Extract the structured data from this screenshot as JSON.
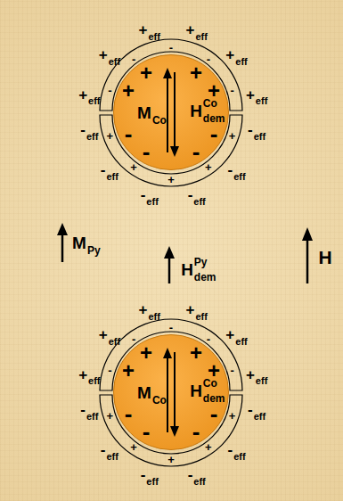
{
  "diagram": {
    "nodes": [
      {
        "text": [
          "M",
          "Co",
          "H",
          "Co",
          "dem"
        ]
      },
      {
        "text": [
          "M",
          "Co",
          "H",
          "Co",
          "dem"
        ]
      }
    ],
    "labels": [
      "M",
      "Py",
      "H",
      "Py",
      "dem",
      "H",
      "+",
      "eff",
      "+",
      "eff",
      "+",
      "eff",
      "+",
      "eff",
      "+",
      "eff",
      "+",
      "eff",
      "-",
      "eff",
      "-",
      "eff",
      "-",
      "eff",
      "-",
      "eff",
      "-",
      "eff",
      "-",
      "eff",
      "+",
      "+",
      "+",
      "+",
      "-",
      "-",
      "-",
      "-",
      "-",
      "-",
      "-",
      "-",
      "-",
      "+",
      "+",
      "+",
      "+",
      "+",
      "+",
      "eff",
      "+",
      "eff",
      "+",
      "eff",
      "+",
      "eff",
      "+",
      "eff",
      "+",
      "eff",
      "-",
      "eff",
      "-",
      "eff",
      "-",
      "eff",
      "-",
      "eff",
      "-",
      "eff",
      "-",
      "eff",
      "+",
      "+",
      "+",
      "+",
      "-",
      "-",
      "-",
      "-",
      "-",
      "-",
      "-",
      "-",
      "-",
      "+",
      "+",
      "+",
      "+",
      "+"
    ]
  }
}
